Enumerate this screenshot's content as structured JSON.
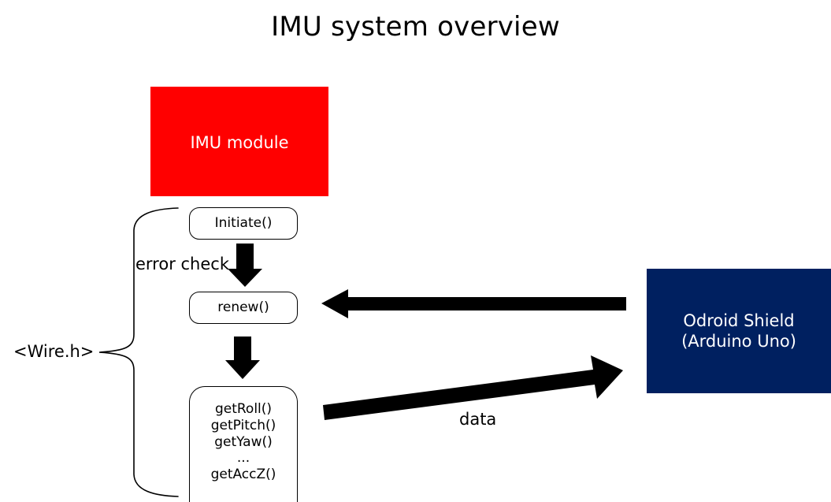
{
  "page": {
    "title": "IMU system overview",
    "background": "#ffffff"
  },
  "colors": {
    "imu_module": "#ff0000",
    "odroid_shield": "#002060",
    "arrow": "#000000",
    "text_on_block": "#ffffff",
    "text": "#000000"
  },
  "nodes": {
    "imu_module": {
      "label": "IMU module",
      "shape": "rectangle",
      "fill": "#ff0000"
    },
    "odroid_shield": {
      "label_line1": "Odroid Shield",
      "label_line2": "(Arduino Uno)",
      "shape": "rectangle",
      "fill": "#002060"
    },
    "initiate": {
      "label": "Initiate()",
      "shape": "rounded-rectangle"
    },
    "renew": {
      "label": "renew()",
      "shape": "rounded-rectangle"
    },
    "getters": {
      "lines": [
        "getRoll()",
        "getPitch()",
        "getYaw()",
        "...",
        "getAccZ()"
      ],
      "shape": "rounded-rectangle"
    }
  },
  "labels": {
    "error_check": "error check",
    "wire_h": "<Wire.h>",
    "data": "data"
  },
  "arrows": [
    {
      "name": "initiate-to-renew",
      "direction": "down",
      "from": "initiate",
      "to": "renew"
    },
    {
      "name": "renew-to-getters",
      "direction": "down",
      "from": "renew",
      "to": "getters"
    },
    {
      "name": "odroid-to-renew",
      "direction": "left",
      "from": "odroid_shield",
      "to": "renew"
    },
    {
      "name": "getters-to-odroid",
      "direction": "up-right",
      "from": "getters",
      "to": "odroid_shield",
      "label": "data"
    }
  ],
  "brace": {
    "name": "wire-h-brace",
    "orientation": "left",
    "label": "<Wire.h>",
    "groups": [
      "initiate",
      "renew",
      "getters"
    ]
  }
}
